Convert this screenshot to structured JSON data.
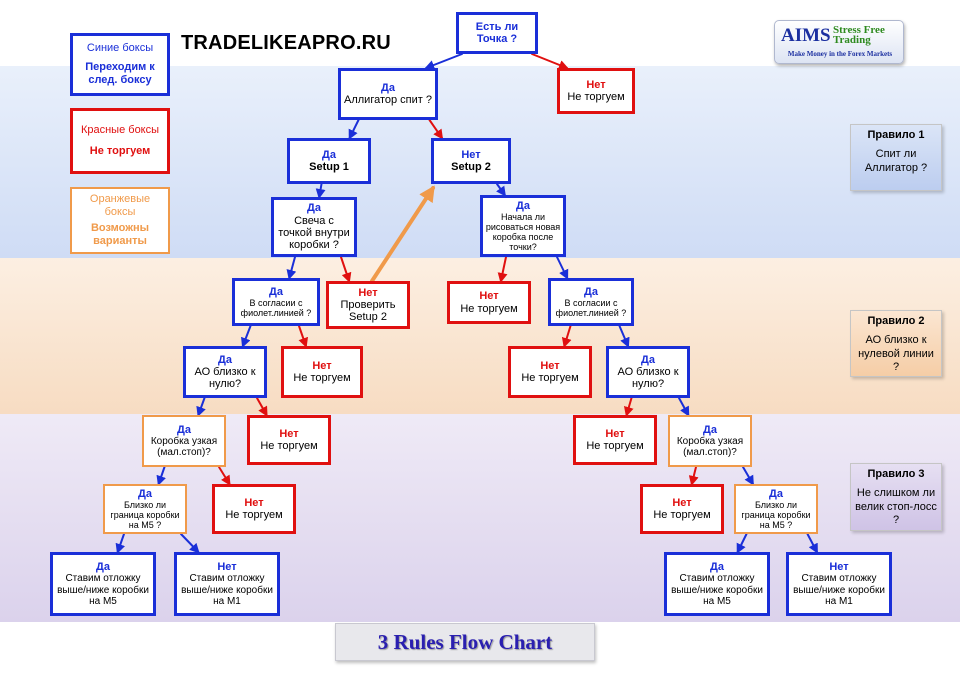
{
  "site_title": "TRADELIKEAPRO.RU",
  "logo": {
    "aims": "AIMS",
    "stress_free": "Stress Free",
    "trading": "Trading",
    "tagline": "Make Money in the Forex Markets"
  },
  "footer_title": "3 Rules Flow Chart",
  "legend": {
    "blue": {
      "title": "Синие боксы",
      "text": "Переходим к след. боксу"
    },
    "red": {
      "title": "Красные боксы",
      "text": "Не торгуем"
    },
    "orange": {
      "title": "Оранжевые боксы",
      "text": "Возможны варианты"
    }
  },
  "rules": [
    {
      "title": "Правило 1",
      "text": "Спит ли Аллигатор ?"
    },
    {
      "title": "Правило 2",
      "text": "АО близко к нулевой линии ?"
    },
    {
      "title": "Правило 3",
      "text": "Не слишком ли велик стоп-лосс ?"
    }
  ],
  "nodes": {
    "start": {
      "head": "",
      "body": "Есть ли Точка ?"
    },
    "alligator": {
      "head": "Да",
      "body": "Аллигатор спит ?"
    },
    "no_point": {
      "head": "Нет",
      "body": "Не торгуем"
    },
    "setup1": {
      "head": "Да",
      "body": "Setup 1"
    },
    "setup2": {
      "head": "Нет",
      "body": "Setup 2"
    },
    "candle": {
      "head": "Да",
      "body": "Свеча с точкой внутри коробки ?"
    },
    "check2": {
      "head": "Нет",
      "body": "Проверить Setup 2"
    },
    "newbox": {
      "head": "Да",
      "body": "Начала ли рисоваться новая коробка после точки?"
    },
    "newbox_no": {
      "head": "Нет",
      "body": "Не торгуем"
    },
    "purple_l": {
      "head": "Да",
      "body": "В согласии с фиолет.линией ?"
    },
    "purple_r": {
      "head": "Да",
      "body": "В согласии с фиолет.линией ?"
    },
    "ao_l": {
      "head": "Да",
      "body": "АО близко к нулю?"
    },
    "purple_l_no": {
      "head": "Нет",
      "body": "Не торгуем"
    },
    "purple_r_no": {
      "head": "Нет",
      "body": "Не торгуем"
    },
    "ao_r": {
      "head": "Да",
      "body": "АО близко к нулю?"
    },
    "narrow_l": {
      "head": "Да",
      "body": "Коробка узкая (мал.стоп)?"
    },
    "ao_l_no": {
      "head": "Нет",
      "body": "Не торгуем"
    },
    "ao_r_no": {
      "head": "Нет",
      "body": "Не торгуем"
    },
    "narrow_r": {
      "head": "Да",
      "body": "Коробка узкая (мал.стоп)?"
    },
    "m5check_l": {
      "head": "Да",
      "body": "Близко ли граница коробки на М5 ?"
    },
    "narrow_l_no": {
      "head": "Нет",
      "body": "Не торгуем"
    },
    "narrow_r_no": {
      "head": "Нет",
      "body": "Не торгуем"
    },
    "m5check_r": {
      "head": "Да",
      "body": "Близко ли граница коробки на М5 ?"
    },
    "m5_l": {
      "head": "Да",
      "body": "Ставим отложку выше/ниже коробки на М5"
    },
    "m1_l": {
      "head": "Нет",
      "body": "Ставим отложку выше/ниже коробки на М1"
    },
    "m5_r": {
      "head": "Да",
      "body": "Ставим отложку выше/ниже коробки на М5"
    },
    "m1_r": {
      "head": "Нет",
      "body": "Ставим отложку выше/ниже коробки на М1"
    }
  },
  "edges": [
    {
      "from": "start",
      "to": "alligator",
      "kind": "blue"
    },
    {
      "from": "start",
      "to": "no_point",
      "kind": "red"
    },
    {
      "from": "alligator",
      "to": "setup1",
      "kind": "blue"
    },
    {
      "from": "alligator",
      "to": "setup2",
      "kind": "red"
    },
    {
      "from": "setup1",
      "to": "candle",
      "kind": "blue"
    },
    {
      "from": "candle",
      "to": "purple_l",
      "kind": "blue"
    },
    {
      "from": "candle",
      "to": "check2",
      "kind": "red"
    },
    {
      "from": "check2",
      "to": "setup2",
      "kind": "orange"
    },
    {
      "from": "setup2",
      "to": "newbox",
      "kind": "blue"
    },
    {
      "from": "newbox",
      "to": "newbox_no",
      "kind": "red"
    },
    {
      "from": "newbox",
      "to": "purple_r",
      "kind": "blue"
    },
    {
      "from": "purple_l",
      "to": "ao_l",
      "kind": "blue"
    },
    {
      "from": "purple_l",
      "to": "purple_l_no",
      "kind": "red"
    },
    {
      "from": "purple_r",
      "to": "purple_r_no",
      "kind": "red"
    },
    {
      "from": "purple_r",
      "to": "ao_r",
      "kind": "blue"
    },
    {
      "from": "ao_l",
      "to": "narrow_l",
      "kind": "blue"
    },
    {
      "from": "ao_l",
      "to": "ao_l_no",
      "kind": "red"
    },
    {
      "from": "ao_r",
      "to": "ao_r_no",
      "kind": "red"
    },
    {
      "from": "ao_r",
      "to": "narrow_r",
      "kind": "blue"
    },
    {
      "from": "narrow_l",
      "to": "m5check_l",
      "kind": "blue"
    },
    {
      "from": "narrow_l",
      "to": "narrow_l_no",
      "kind": "red"
    },
    {
      "from": "narrow_r",
      "to": "narrow_r_no",
      "kind": "red"
    },
    {
      "from": "narrow_r",
      "to": "m5check_r",
      "kind": "blue"
    },
    {
      "from": "m5check_l",
      "to": "m5_l",
      "kind": "blue"
    },
    {
      "from": "m5check_l",
      "to": "m1_l",
      "kind": "blue"
    },
    {
      "from": "m5check_r",
      "to": "m5_r",
      "kind": "blue"
    },
    {
      "from": "m5check_r",
      "to": "m1_r",
      "kind": "blue"
    }
  ],
  "colors": {
    "blue": "#1a2fd8",
    "red": "#e01010",
    "orange": "#f09a4a",
    "rule1": "#c9d8f4",
    "rule2": "#f8d7b5",
    "rule3": "#d6cbea"
  }
}
